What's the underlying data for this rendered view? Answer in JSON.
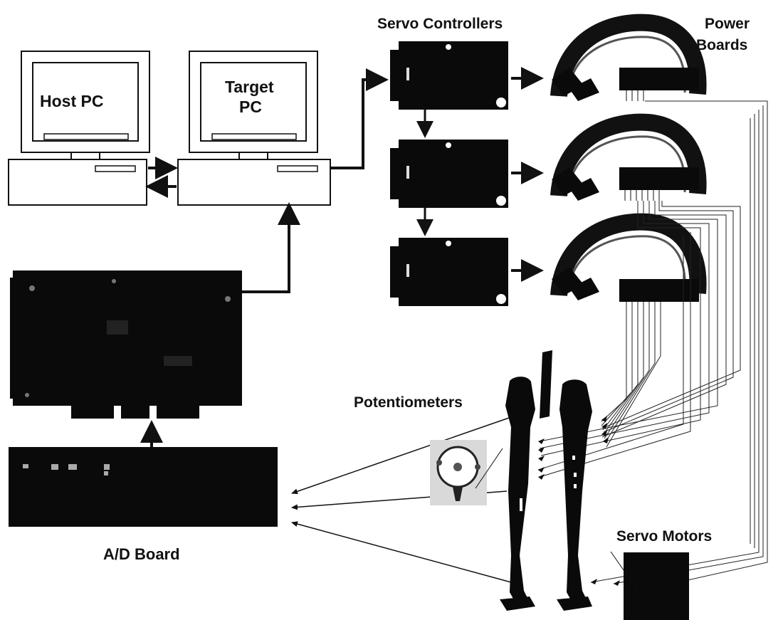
{
  "labels": {
    "host_pc": "Host PC",
    "target_pc_line1": "Target",
    "target_pc_line2": "PC",
    "servo_controllers": "Servo Controllers",
    "power_boards_line1": "Power",
    "power_boards_line2": "Boards",
    "potentiometers": "Potentiometers",
    "servo_motors": "Servo Motors",
    "ad_board": "A/D Board"
  },
  "colors": {
    "line": "#111111",
    "board": "#0a0a0a",
    "computer_outline": "#111111",
    "background": "#ffffff"
  },
  "icons": {
    "host_pc": "desktop-computer-icon",
    "target_pc": "desktop-computer-icon",
    "servo_controller": "circuit-board-icon",
    "power_board": "ribbon-cable-board-icon",
    "daq_card": "pci-card-icon",
    "ad_board": "black-box-icon",
    "potentiometer": "potentiometer-icon",
    "servo_motor": "servo-motor-icon",
    "robot_legs": "biped-legs-icon"
  }
}
